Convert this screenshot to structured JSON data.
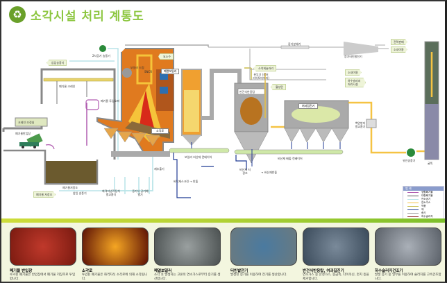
{
  "title": "소각시설 처리 계통도",
  "logo_icon": "recycle-icon",
  "diagram": {
    "forced_fan": "압입송풍기",
    "secondary_fan": "2차공기 송풍기",
    "urea": "요소수",
    "boiler_drum": "보일러 드럼",
    "sncr": "SNCR",
    "waste_heat_boiler": "폐열보일러",
    "crane": "폐기물 크레인",
    "hopper": "폐기물 투입호퍼",
    "crane_room": "크레인 조정실",
    "receiving": "폐기물반입장",
    "pit": "폐기물저장조",
    "incinerator": "소각로",
    "ash_extractor": "재추출기",
    "boiler_conveyor": "보일러 비산재 컨베이어",
    "bottom_screen": "바닥재스크린",
    "export": "반출",
    "air_src": "폐기물 저장조",
    "air_fan": "압입 송풍기",
    "grate_hx": "화격자냉각장치 열교환기",
    "air_preheater": "증기식 공기예열기",
    "steam_header": "증기분배기",
    "turbine": "증기터빈발전기",
    "power_sale": "전력판매",
    "internal_use1": "소내이용",
    "internal_use2": "소내이용",
    "sludge": "하수슬러지 처리시설",
    "lime": "소석회슬러리",
    "atomizer": "분무기 (로터리아토마이저)",
    "reactor": "반건식반응탑",
    "carbon": "활성탄",
    "bagfilter": "여과집진기",
    "plume_hx": "백연방지 열교환기",
    "id_fan": "유인송풍기",
    "stack": "굴뚝",
    "fly_conveyor": "비산재 배출 컨베이어",
    "fly_silo": "비산재 저장조",
    "fly_export": "비산재반출"
  },
  "legend": {
    "title": "범 례",
    "items": [
      {
        "label": "생활폐기물",
        "color": "#b05cb0"
      },
      {
        "label": "대형폐기물",
        "color": "#555555"
      },
      {
        "label": "연소공기",
        "color": "#b8e4e8"
      },
      {
        "label": "연소가스",
        "color": "#f5c343"
      },
      {
        "label": "약품",
        "color": "#c8bc48"
      },
      {
        "label": "재",
        "color": "#1f3a93"
      },
      {
        "label": "증기",
        "color": "#aaaaaa"
      },
      {
        "label": "하수슬러지",
        "color": "#8b2020"
      }
    ]
  },
  "cards": [
    {
      "title": "폐기물 반입장",
      "desc": "수거된 폐기물은 반입장에서 폐기물 저장조로 투입합니다."
    },
    {
      "title": "소각로",
      "desc": "투입된 폐기물은 화격자식 소각로에 의해 소각됩니다."
    },
    {
      "title": "폐열보일러",
      "desc": "소각 후 발생하는 고온의 연소가스로부터 증기를 생산합니다."
    },
    {
      "title": "터빈발전기",
      "desc": "발생된 증기를 이용하여 전기를 생산합니다."
    },
    {
      "title": "반건식반응탑, 여과집진기",
      "desc": "연소가스 중 산성가스, 중금속, 다이옥신, 먼지 등을 제거합니다."
    },
    {
      "title": "하수슬러지건조기",
      "desc": "발생 증기 중 일부를 이용하여 슬러지를 고속건조합니다."
    }
  ]
}
